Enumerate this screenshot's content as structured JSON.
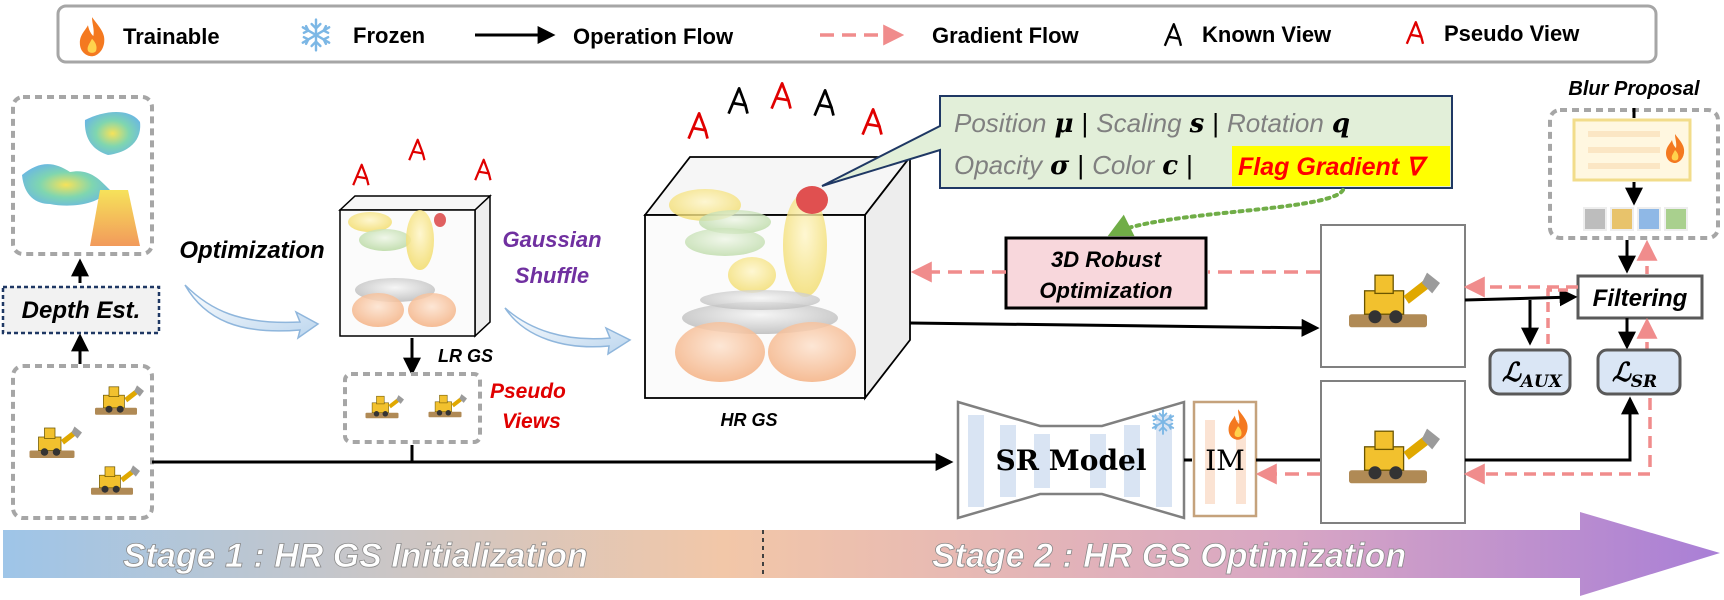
{
  "legend": {
    "trainable": "Trainable",
    "frozen": "Frozen",
    "operation_flow": "Operation Flow",
    "gradient_flow": "Gradient Flow",
    "known_view": "Known View",
    "pseudo_view": "Pseudo View"
  },
  "labels": {
    "depth_est": "Depth Est.",
    "optimization": "Optimization",
    "lr_gs": "LR GS",
    "pseudo_views_1": "Pseudo",
    "pseudo_views_2": "Views",
    "gaussian_shuffle_1": "Gaussian",
    "gaussian_shuffle_2": "Shuffle",
    "hr_gs": "HR GS",
    "robust_opt_1": "3D Robust",
    "robust_opt_2": "Optimization",
    "blur_proposal": "Blur Proposal",
    "filtering": "Filtering",
    "sr_model": "SR Model",
    "im": "IM"
  },
  "attributes": {
    "row1": [
      {
        "name": "Position",
        "symbol": "μ"
      },
      {
        "name": "Scaling",
        "symbol": "s"
      },
      {
        "name": "Rotation",
        "symbol": "q"
      }
    ],
    "row2": [
      {
        "name": "Opacity",
        "symbol": "σ"
      },
      {
        "name": "Color",
        "symbol": "c"
      }
    ],
    "flag": "Flag Gradient ∇"
  },
  "losses": {
    "aux_main": "ℒ",
    "aux_sub": "AUX",
    "sr_main": "ℒ",
    "sr_sub": "SR"
  },
  "stages": {
    "stage1": "Stage 1 :  HR GS Initialization",
    "stage2": "Stage 2 :  HR GS Optimization"
  },
  "colors": {
    "gradient": "#f08c8c",
    "flow": "#000000",
    "attr_box": "#e2efd9",
    "attr_border": "#1f3864",
    "robust_fill": "#f8d7dc",
    "flag_bg": "#ffff00",
    "flag_text": "#ff0000",
    "pseudo": "#e00000",
    "purple": "#7030a0",
    "loss_fill": "#dae6f5",
    "gray_dash": "#a6a6a6",
    "green_dot": "#70ad47"
  }
}
